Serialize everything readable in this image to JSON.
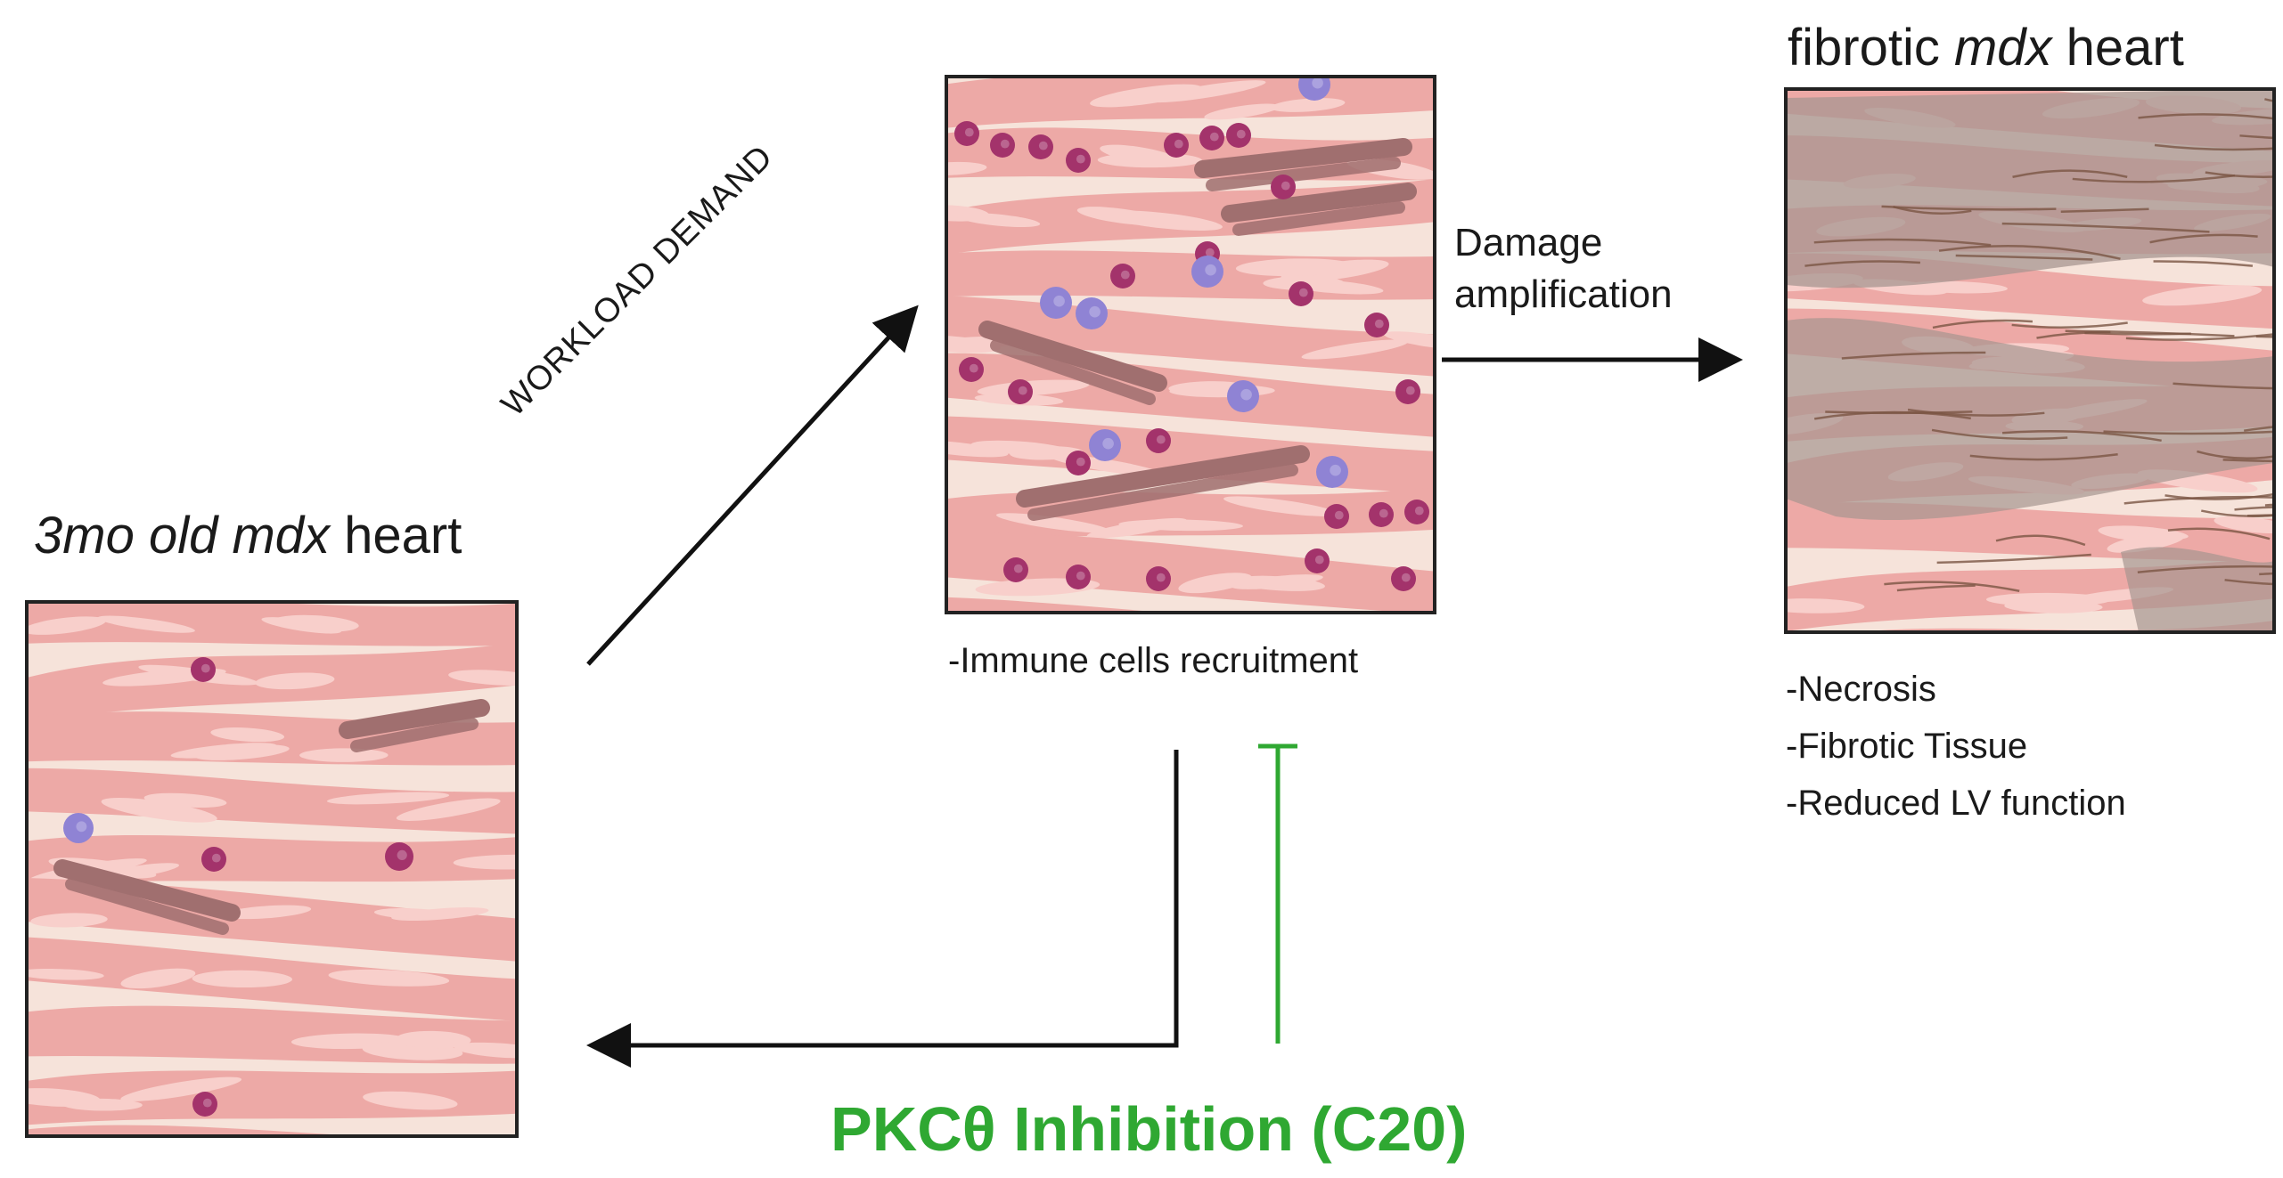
{
  "panels": {
    "left": {
      "title_prefix_italic": "3mo old mdx",
      "title_suffix": "heart"
    },
    "middle": {
      "caption": "-Immune cells recruitment"
    },
    "right": {
      "title_prefix": "fibrotic",
      "title_italic": "mdx",
      "title_suffix": "heart",
      "notes": [
        "-Necrosis",
        "-Fibrotic Tissue",
        "-Reduced LV function"
      ]
    }
  },
  "arrows": {
    "workload_label": "WORKLOAD DEMAND",
    "damage_label_line1": "Damage",
    "damage_label_line2": "amplification",
    "inhibitor_label": "PKCθ Inhibition (C20)"
  },
  "colors": {
    "tissue_bg": "#f6e3da",
    "fiber": "#eda9a6",
    "fiber_light": "#f8cfcb",
    "gap": "#ffffff",
    "damaged_fiber": "#a06f6f",
    "immune_red": "#a3336b",
    "immune_purple": "#8f83d4",
    "fibrosis": "#a79590",
    "collagen": "#7b5543",
    "inhibitor_green": "#2fa832",
    "arrow": "#111111"
  }
}
